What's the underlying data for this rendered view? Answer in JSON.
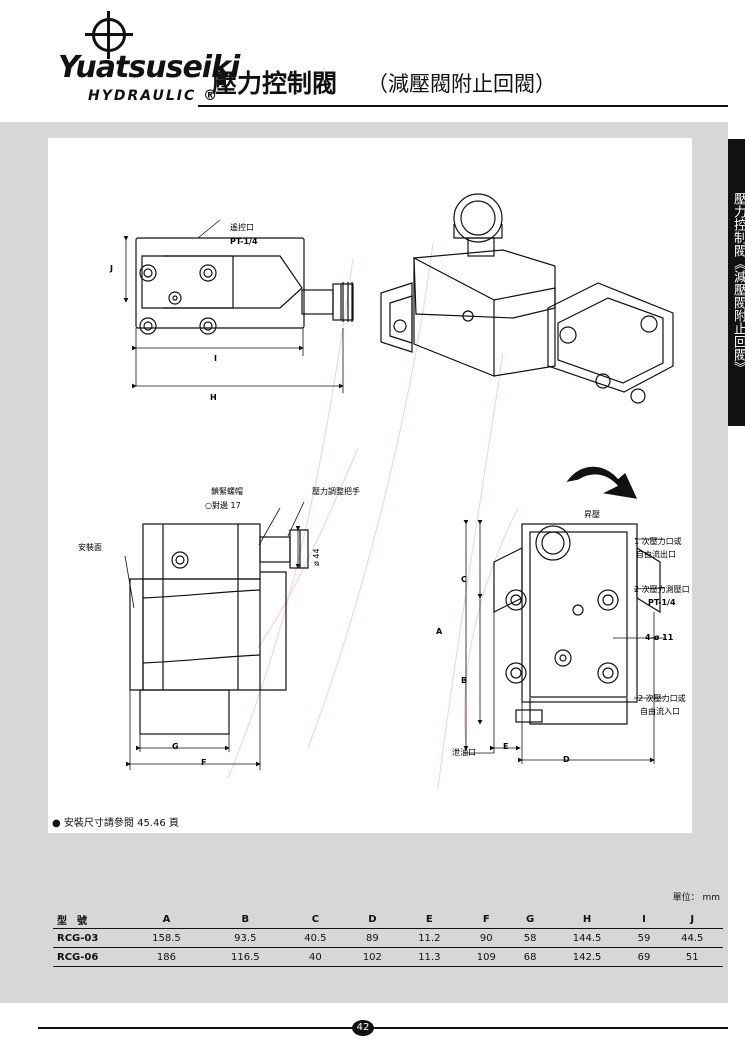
{
  "header": {
    "brand": "Yuatsuseiki",
    "brand_sub": "HYDRAULIC ®",
    "title": "壓力控制閥",
    "subtitle": "（減壓閥附止回閥）"
  },
  "side_tab": "壓力控制閥《減壓閥附止回閥》",
  "drawing": {
    "top_labels": [
      "遙控口",
      "PT-1/4",
      "J",
      "I",
      "H"
    ],
    "lower_left_labels": [
      "鎖緊螺帽",
      "○對邊 17",
      "壓力調整把手",
      "安裝面",
      "ø 44",
      "G",
      "F"
    ],
    "right_labels": [
      "昇壓",
      "1 次壓力口或",
      "自由流出口",
      "C",
      "2 次壓力測壓口",
      "PT-1/4",
      "A",
      "4-ø 11",
      "B",
      "2 次壓力口或",
      "自由流入口",
      "泄油口",
      "E",
      "D"
    ],
    "note": "● 安裝尺寸請參閱 45.46 頁"
  },
  "table": {
    "unit": "單位： mm",
    "headers": [
      "型　號",
      "A",
      "B",
      "C",
      "D",
      "E",
      "F",
      "G",
      "H",
      "I",
      "J"
    ],
    "rows": [
      [
        "RCG-03",
        "158.5",
        "93.5",
        "40.5",
        "89",
        "11.2",
        "90",
        "58",
        "144.5",
        "59",
        "44.5"
      ],
      [
        "RCG-06",
        "186",
        "116.5",
        "40",
        "102",
        "11.3",
        "109",
        "68",
        "142.5",
        "69",
        "51"
      ]
    ]
  },
  "footer": {
    "page": "42"
  }
}
